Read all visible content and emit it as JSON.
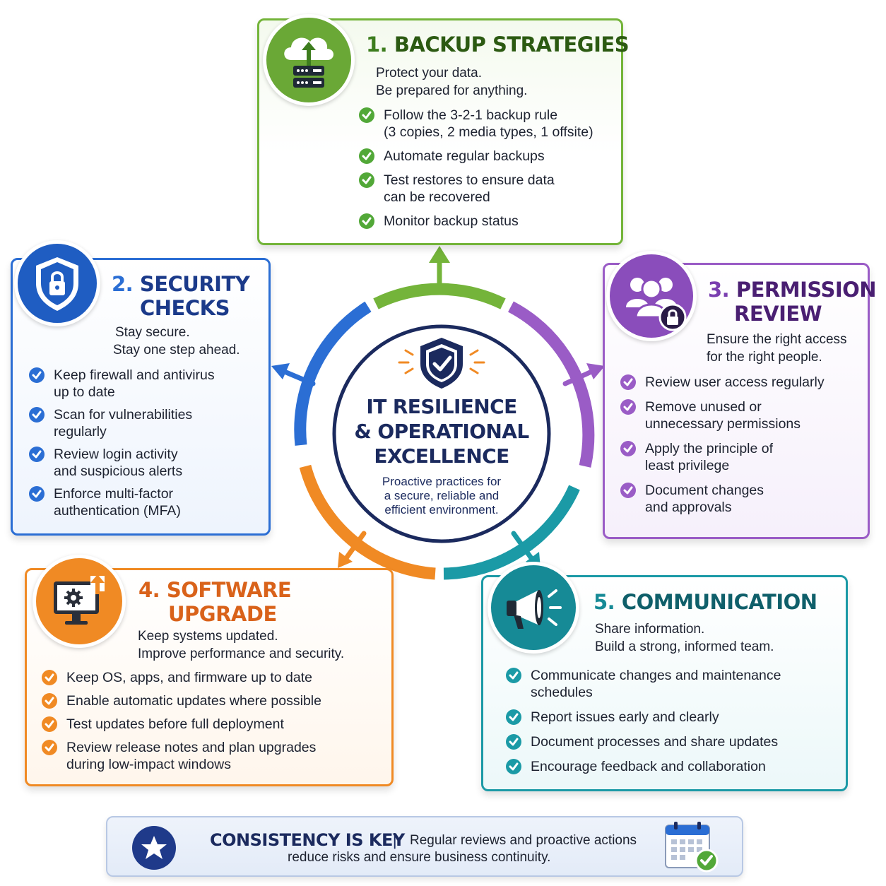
{
  "center": {
    "title_line1": "IT RESILIENCE",
    "title_line2": "& OPERATIONAL",
    "title_line3": "EXCELLENCE",
    "sub_line1": "Proactive practices for",
    "sub_line2": "a secure, reliable and",
    "sub_line3": "efficient environment."
  },
  "colors": {
    "green": "#74b43a",
    "blue": "#2b6ed4",
    "purple": "#9a5cc6",
    "orange": "#f08a24",
    "teal": "#1b9aa6",
    "navy": "#1b2a5e"
  },
  "sections": {
    "backup": {
      "number": "1.",
      "title_line1": "BACKUP STRATEGIES",
      "title_line2": "",
      "tagline1": "Protect your data.",
      "tagline2": "Be prepared for anything.",
      "icon": "cloud-server-icon",
      "items": [
        {
          "line1": "Follow the 3-2-1 backup rule",
          "line2": "(3 copies, 2 media types, 1 offsite)"
        },
        {
          "line1": "Automate regular backups",
          "line2": ""
        },
        {
          "line1": "Test restores to ensure data",
          "line2": "can be recovered"
        },
        {
          "line1": "Monitor backup status",
          "line2": ""
        }
      ]
    },
    "security": {
      "number": "2.",
      "title_line1": "SECURITY",
      "title_line2": "CHECKS",
      "tagline1": "Stay secure.",
      "tagline2": "Stay one step ahead.",
      "icon": "shield-lock-icon",
      "items": [
        {
          "line1": "Keep firewall and antivirus",
          "line2": "up to date"
        },
        {
          "line1": "Scan for vulnerabilities",
          "line2": "regularly"
        },
        {
          "line1": "Review login activity",
          "line2": "and suspicious alerts"
        },
        {
          "line1": "Enforce multi-factor",
          "line2": "authentication (MFA)"
        }
      ]
    },
    "permission": {
      "number": "3.",
      "title_line1": "PERMISSION",
      "title_line2": "REVIEW",
      "tagline1": "Ensure the right access",
      "tagline2": "for the right people.",
      "icon": "users-lock-icon",
      "items": [
        {
          "line1": "Review user access regularly",
          "line2": ""
        },
        {
          "line1": "Remove unused or",
          "line2": "unnecessary permissions"
        },
        {
          "line1": "Apply the principle of",
          "line2": "least privilege"
        },
        {
          "line1": "Document changes",
          "line2": "and approvals"
        }
      ]
    },
    "software": {
      "number": "4.",
      "title_line1": "SOFTWARE",
      "title_line2": "UPGRADE",
      "tagline1": "Keep systems updated.",
      "tagline2": "Improve performance and security.",
      "icon": "monitor-update-icon",
      "items": [
        {
          "line1": "Keep OS, apps, and firmware up to date",
          "line2": ""
        },
        {
          "line1": "Enable automatic updates where possible",
          "line2": ""
        },
        {
          "line1": "Test updates before full deployment",
          "line2": ""
        },
        {
          "line1": "Review release notes and plan upgrades",
          "line2": "during low-impact windows"
        }
      ]
    },
    "communication": {
      "number": "5.",
      "title_line1": "COMMUNICATION",
      "title_line2": "",
      "tagline1": "Share information.",
      "tagline2": "Build a strong, informed team.",
      "icon": "megaphone-icon",
      "items": [
        {
          "line1": "Communicate changes and maintenance",
          "line2": "schedules"
        },
        {
          "line1": "Report issues early and clearly",
          "line2": ""
        },
        {
          "line1": "Document processes and share updates",
          "line2": ""
        },
        {
          "line1": "Encourage feedback and collaboration",
          "line2": ""
        }
      ]
    }
  },
  "footer": {
    "title": "CONSISTENCY IS KEY",
    "separator": "|",
    "line1": "Regular reviews and proactive actions",
    "line2": "reduce risks and ensure business continuity.",
    "left_icon": "star-icon",
    "right_icon": "calendar-check-icon"
  }
}
